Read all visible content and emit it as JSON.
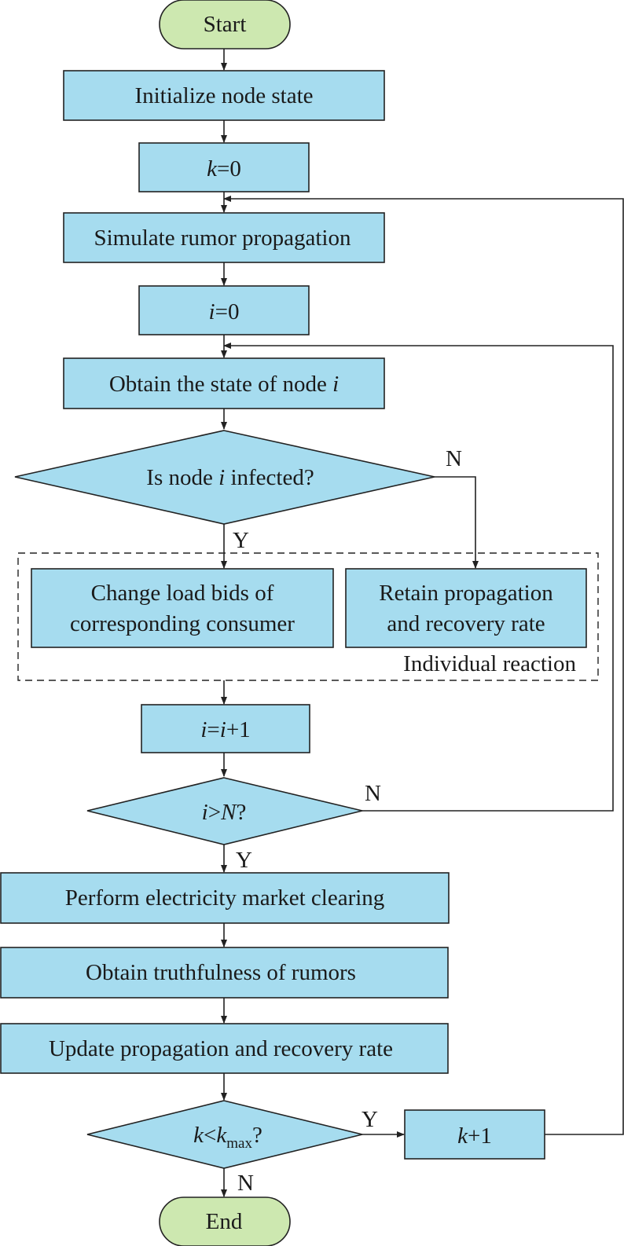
{
  "nodes": {
    "start": "Start",
    "init": "Initialize node state",
    "k0": {
      "var": "k",
      "rest": "=0"
    },
    "simulate": "Simulate rumor propagation",
    "i0": {
      "var": "i",
      "rest": "=0"
    },
    "obtain_state": {
      "text": "Obtain the state of node ",
      "var": "i"
    },
    "infected": {
      "pre": "Is node ",
      "var": "i",
      "post": " infected?"
    },
    "change_bids": {
      "line1": "Change load bids of",
      "line2": "corresponding consumer"
    },
    "retain": {
      "line1": "Retain propagation",
      "line2": "and recovery rate"
    },
    "group_label": "Individual reaction",
    "inc_i": {
      "a": "i",
      "b": "=",
      "c": "i",
      "d": "+1"
    },
    "i_gt_n": {
      "a": "i",
      "b": ">",
      "c": "N",
      "d": "?"
    },
    "clearing": "Perform electricity market clearing",
    "truthfulness": "Obtain truthfulness of rumors",
    "update": "Update propagation and recovery rate",
    "k_lt_kmax": {
      "a": "k",
      "b": "<",
      "c": "k",
      "sub": "max",
      "d": "?"
    },
    "k_plus": {
      "var": "k",
      "rest": "+1"
    },
    "end": "End"
  },
  "edge_labels": {
    "infected_no": "N",
    "infected_yes": "Y",
    "i_gt_n_no": "N",
    "i_gt_n_yes": "Y",
    "k_yes": "Y",
    "k_no": "N"
  }
}
